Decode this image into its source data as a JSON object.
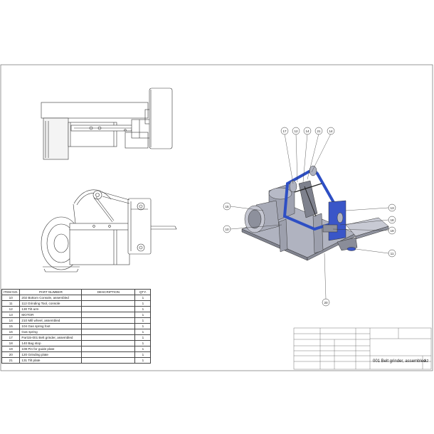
{
  "bom": {
    "headers": [
      "ITEM NO.",
      "PART NUMBER",
      "DESCRIPTION",
      "QTY."
    ],
    "rows": [
      {
        "item": "10",
        "part": "202 Bottom Console, assembled",
        "desc": "",
        "qty": "1"
      },
      {
        "item": "11",
        "part": "112 Grinding Tool, console",
        "desc": "",
        "qty": "1"
      },
      {
        "item": "12",
        "part": "130 Tilt arm",
        "desc": "",
        "qty": "1"
      },
      {
        "item": "13",
        "part": "MOTOR",
        "desc": "",
        "qty": "1"
      },
      {
        "item": "14",
        "part": "210 Mill wheel, assembled",
        "desc": "",
        "qty": "1"
      },
      {
        "item": "15",
        "part": "104 Gas spring foot",
        "desc": "",
        "qty": "1"
      },
      {
        "item": "16",
        "part": "Gas spring",
        "desc": "",
        "qty": "1"
      },
      {
        "item": "17",
        "part": "Part15-001 Belt grinder, assembled",
        "desc": "",
        "qty": "1"
      },
      {
        "item": "18",
        "part": "140 Bag stop",
        "desc": "",
        "qty": "1"
      },
      {
        "item": "19",
        "part": "108 Pin for guide plate",
        "desc": "",
        "qty": "1"
      },
      {
        "item": "20",
        "part": "120 Grinding plate",
        "desc": "",
        "qty": "1"
      },
      {
        "item": "21",
        "part": "131 Tilt plate",
        "desc": "",
        "qty": "1"
      }
    ]
  },
  "balloons": [
    "17",
    "12",
    "14",
    "21",
    "14",
    "15",
    "13",
    "18",
    "10",
    "19",
    "11",
    "20"
  ],
  "title_block": {
    "title": "001 Belt grinder, assembled",
    "size": "A2"
  },
  "colors": {
    "belt": "#2e4fc4",
    "parts": "#a7aab8",
    "lines": "#333333"
  }
}
